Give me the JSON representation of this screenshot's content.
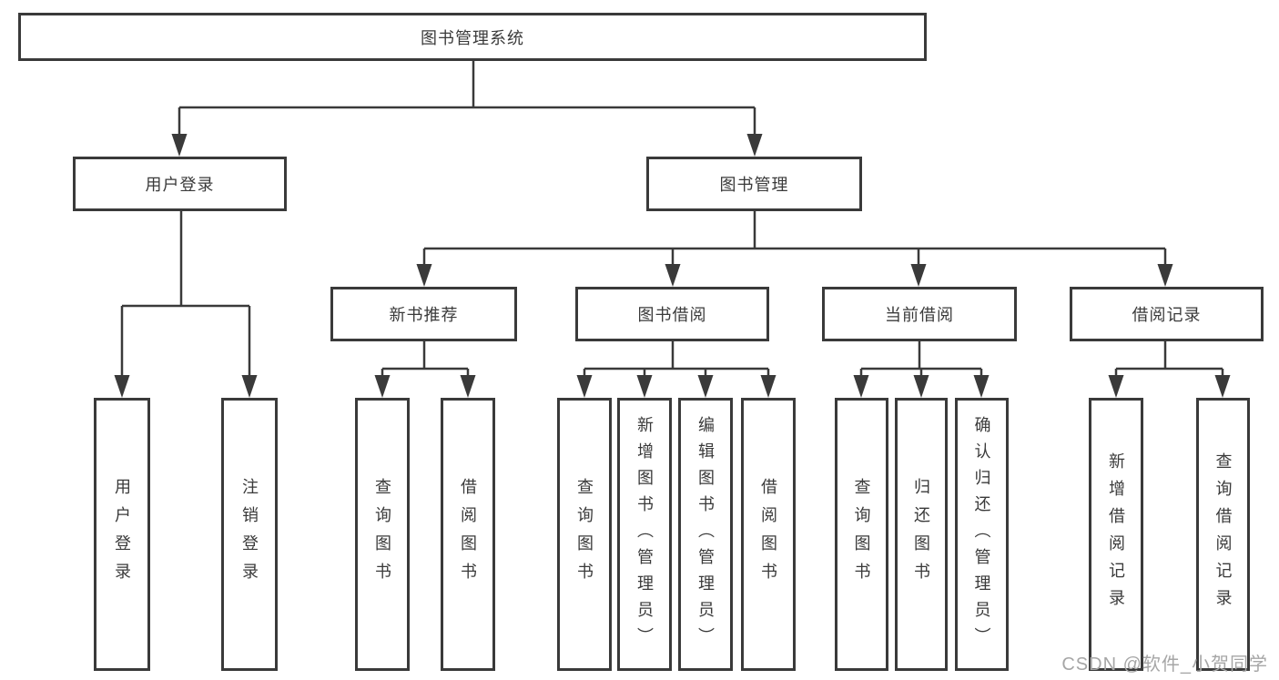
{
  "title": "图书管理系统",
  "level2": [
    {
      "label": "用户登录"
    },
    {
      "label": "图书管理"
    }
  ],
  "level3": [
    {
      "label": "新书推荐"
    },
    {
      "label": "图书借阅"
    },
    {
      "label": "当前借阅"
    },
    {
      "label": "借阅记录"
    }
  ],
  "leaves": {
    "user_login": [
      "用户登录",
      "注销登录"
    ],
    "new_book_rec": [
      "查询图书",
      "借阅图书"
    ],
    "book_borrow": [
      "查询图书",
      "新增图书（管理员）",
      "编辑图书（管理员）",
      "借阅图书"
    ],
    "current_borrow": [
      "查询图书",
      "归还图书",
      "确认归还（管理员）"
    ],
    "borrow_record": [
      "新增借阅记录",
      "查询借阅记录"
    ]
  },
  "watermark": "CSDN @软件_小贺同学",
  "colors": {
    "line": "#3a3a3a",
    "text": "#3a3a3a",
    "watermark": "#a6a6a6",
    "background": "#ffffff"
  }
}
